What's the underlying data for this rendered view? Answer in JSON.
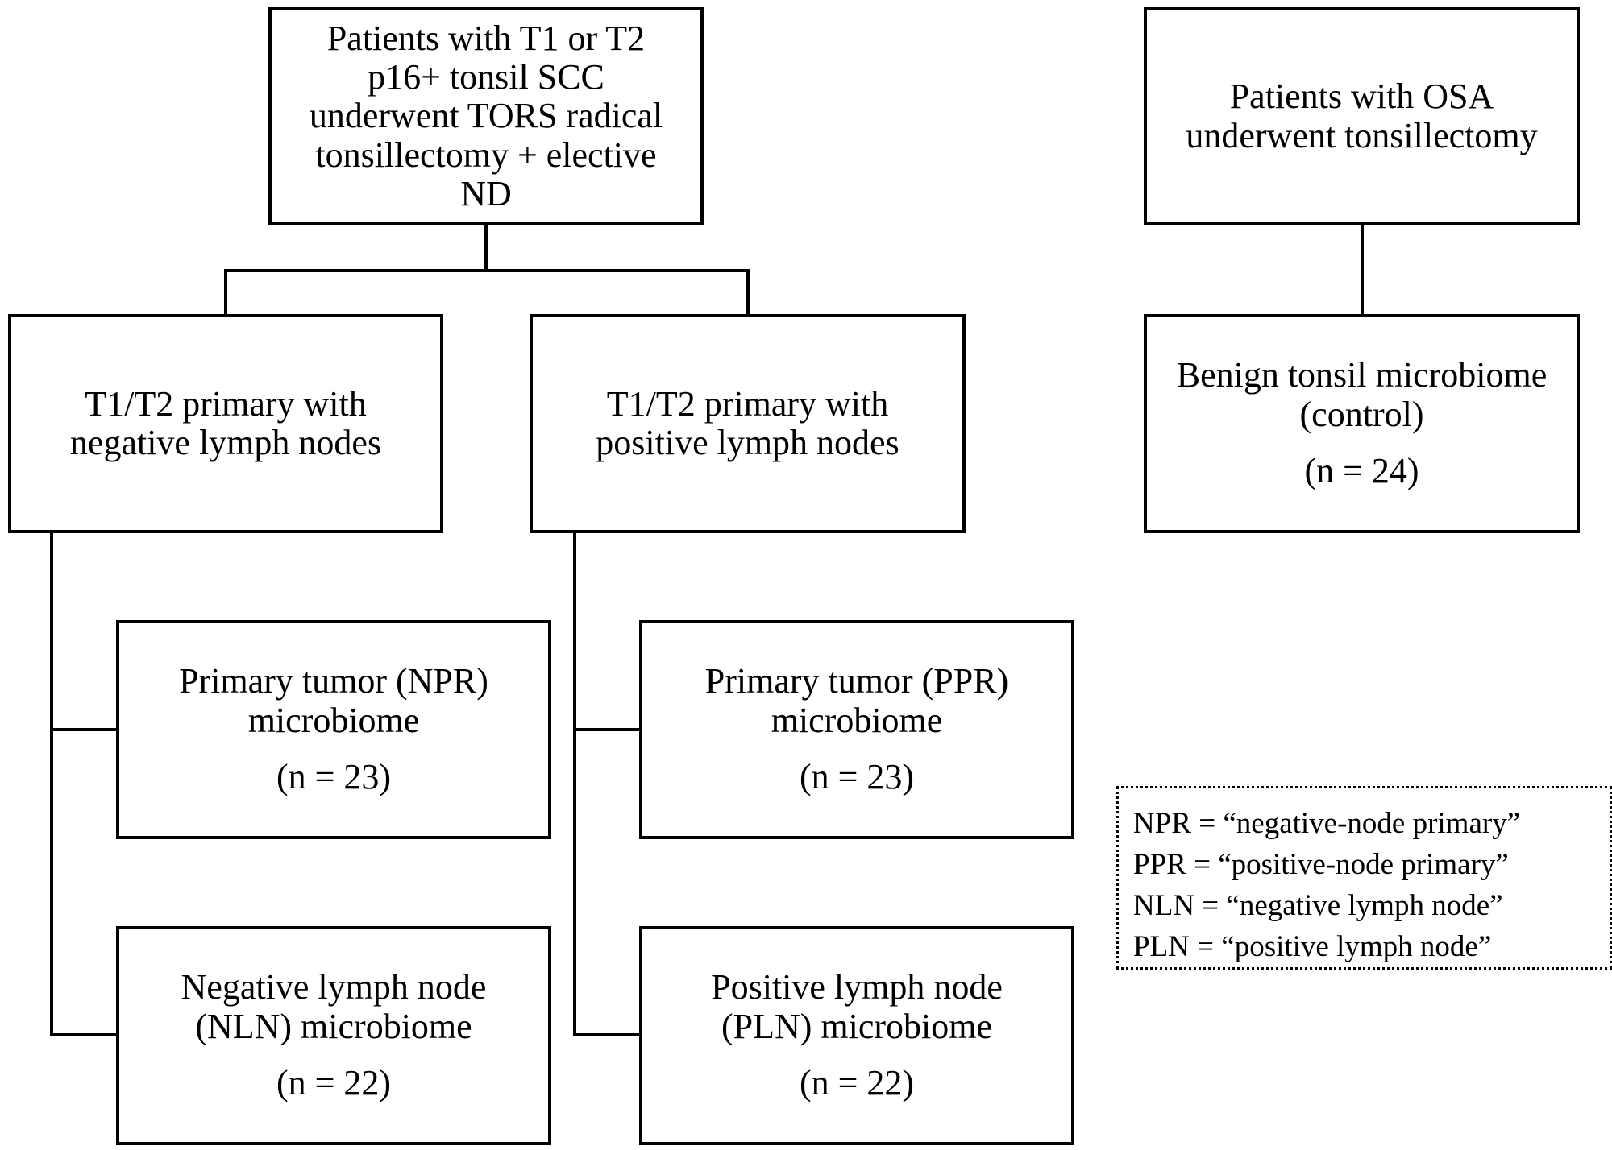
{
  "boxes": {
    "tumor_patients": {
      "lines": [
        "Patients with T1 or T2",
        "p16+ tonsil SCC",
        "underwent TORS radical",
        "tonsillectomy + elective",
        "ND"
      ]
    },
    "osa_patients": {
      "lines": [
        "Patients with OSA",
        "underwent tonsillectomy"
      ]
    },
    "negative_nodes": {
      "lines": [
        "T1/T2 primary with",
        "negative lymph nodes"
      ]
    },
    "positive_nodes": {
      "lines": [
        "T1/T2 primary with",
        "positive lymph nodes"
      ]
    },
    "benign_control": {
      "lines": [
        "Benign tonsil microbiome",
        "(control)"
      ],
      "count": "(n = 24)"
    },
    "npr": {
      "lines": [
        "Primary tumor (NPR)",
        "microbiome"
      ],
      "count": "(n = 23)"
    },
    "ppr": {
      "lines": [
        "Primary tumor (PPR)",
        "microbiome"
      ],
      "count": "(n = 23)"
    },
    "nln": {
      "lines": [
        "Negative lymph node",
        "(NLN) microbiome"
      ],
      "count": "(n = 22)"
    },
    "pln": {
      "lines": [
        "Positive lymph node",
        "(PLN) microbiome"
      ],
      "count": "(n = 22)"
    }
  },
  "legend": [
    "NPR = “negative-node primary”",
    "PPR = “positive-node primary”",
    "NLN = “negative lymph node”",
    "PLN = “positive lymph node”"
  ]
}
